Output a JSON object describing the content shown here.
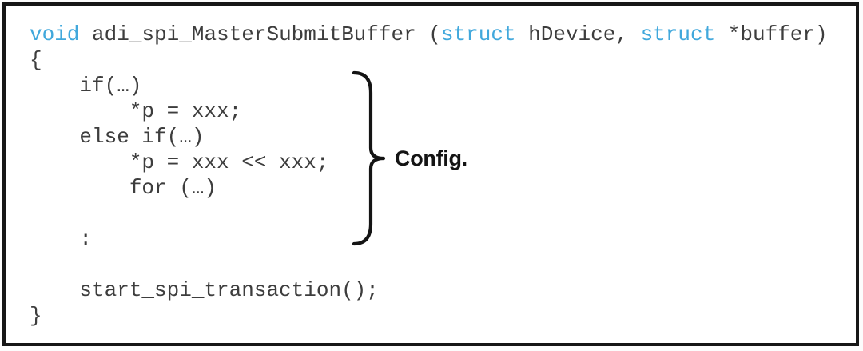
{
  "frame": {
    "background": "#ffffff",
    "border_color": "#161616"
  },
  "code": {
    "text_color": "#3d3d3d",
    "keyword_color": "#41a8dc",
    "lines": [
      [
        {
          "t": "void",
          "k": true
        },
        {
          "t": " adi_spi_MasterSubmitBuffer (",
          "k": false
        },
        {
          "t": "struct",
          "k": true
        },
        {
          "t": " hDevice, ",
          "k": false
        },
        {
          "t": "struct",
          "k": true
        },
        {
          "t": " *buffer)",
          "k": false
        }
      ],
      [
        {
          "t": "{",
          "k": false
        }
      ],
      [
        {
          "t": "    if(…)",
          "k": false
        }
      ],
      [
        {
          "t": "        *p = xxx;",
          "k": false
        }
      ],
      [
        {
          "t": "    else if(…)",
          "k": false
        }
      ],
      [
        {
          "t": "        *p = xxx << xxx;",
          "k": false
        }
      ],
      [
        {
          "t": "        for (…)",
          "k": false
        }
      ],
      [],
      [
        {
          "t": "    :",
          "k": false
        }
      ],
      [],
      [
        {
          "t": "    start_spi_transaction();",
          "k": false
        }
      ],
      [
        {
          "t": "}",
          "k": false
        }
      ]
    ]
  },
  "annotation": {
    "label": "Config.",
    "color": "#141414"
  }
}
